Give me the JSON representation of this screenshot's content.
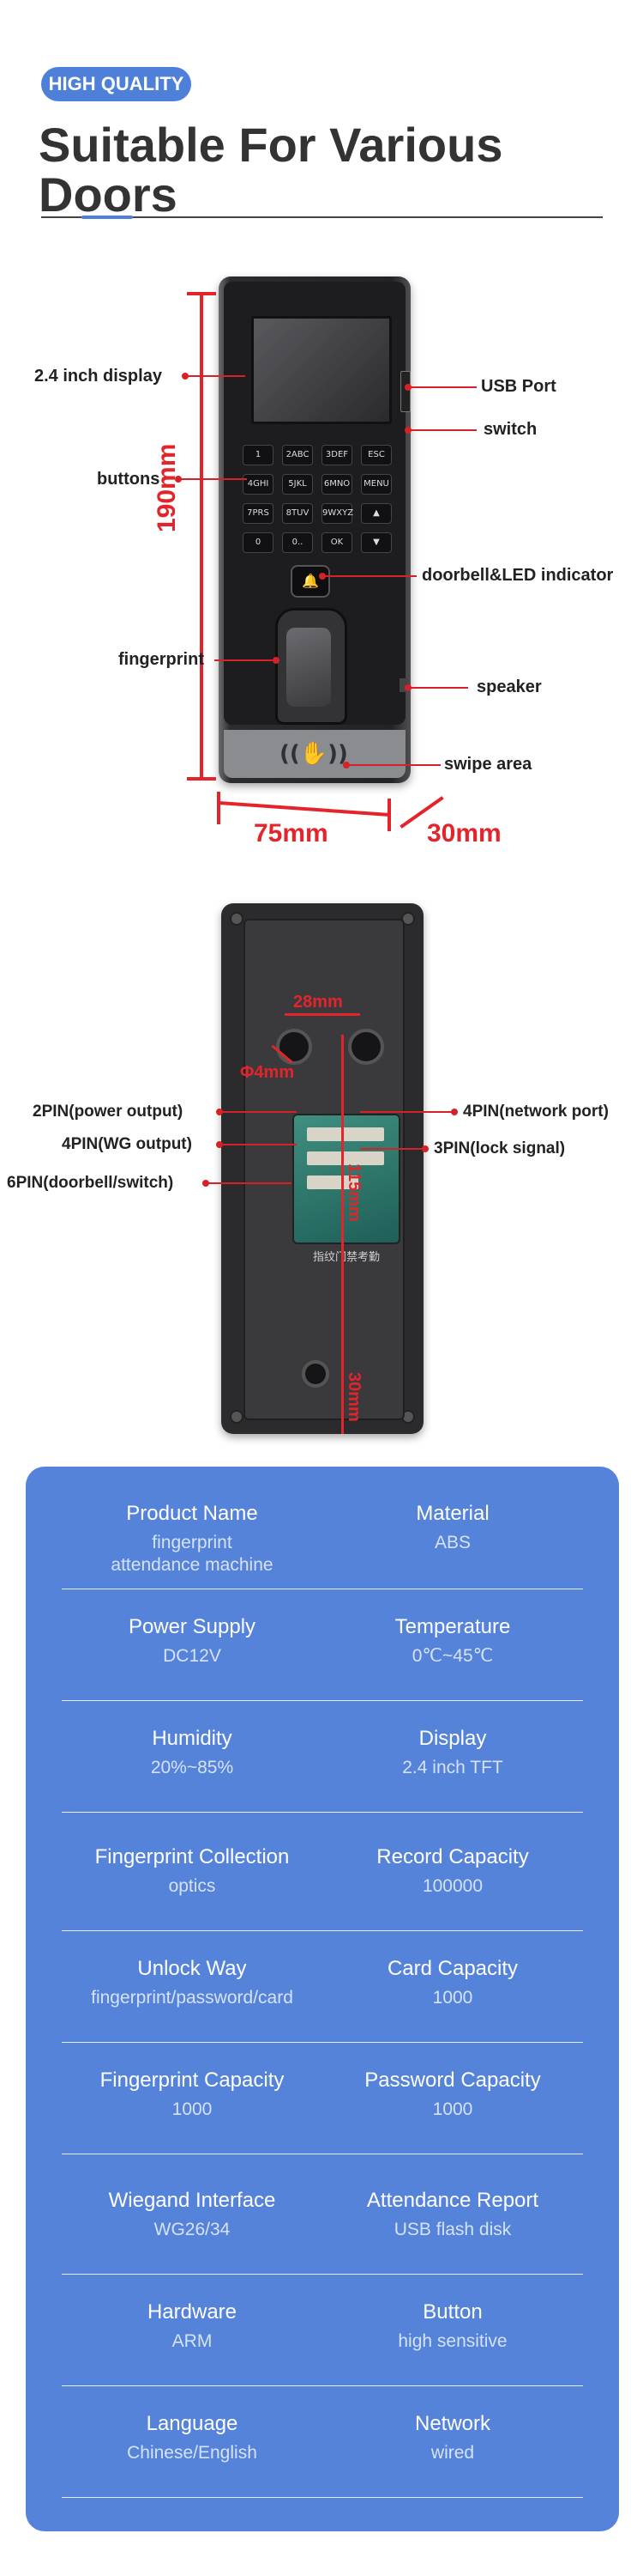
{
  "header": {
    "badge": "HIGH QUALITY",
    "title_line1": "Suitable For Various",
    "title_line2": "Doors"
  },
  "front_figure": {
    "labels": {
      "display": "2.4 inch display",
      "buttons": "buttons",
      "fingerprint": "fingerprint",
      "usb": "USB Port",
      "switch": "switch",
      "doorbell": "doorbell&LED indicator",
      "speaker": "speaker",
      "swipe": "swipe area"
    },
    "dimensions": {
      "height": "190mm",
      "width": "75mm",
      "depth": "30mm"
    },
    "keys": [
      "1",
      "2ABC",
      "3DEF",
      "ESC",
      "4GHI",
      "5JKL",
      "6MNO",
      "MENU",
      "7PRS",
      "8TUV",
      "9WXYZ",
      "▲",
      "0",
      "0..",
      "OK",
      "▼"
    ]
  },
  "back_figure": {
    "labels": {
      "power": "2PIN(power output)",
      "wg": "4PIN(WG output)",
      "doorbell": "6PIN(doorbell/switch)",
      "network": "4PIN(network port)",
      "lock": "3PIN(lock signal)"
    },
    "dimensions": {
      "hole_spacing": "28mm",
      "hole_diameter": "Φ4mm",
      "vertical_spacing": "115mm",
      "bottom_spacing": "30mm"
    },
    "sticker_text": "指纹门禁考勤"
  },
  "specs": [
    {
      "left": {
        "title": "Product Name",
        "value": "fingerprint attendance machine"
      },
      "right": {
        "title": "Material",
        "value": "ABS"
      }
    },
    {
      "left": {
        "title": "Power Supply",
        "value": "DC12V"
      },
      "right": {
        "title": "Temperature",
        "value": "0℃~45℃"
      }
    },
    {
      "left": {
        "title": "Humidity",
        "value": "20%~85%"
      },
      "right": {
        "title": "Display",
        "value": "2.4 inch TFT"
      }
    },
    {
      "left": {
        "title": "Fingerprint Collection",
        "value": "optics"
      },
      "right": {
        "title": "Record Capacity",
        "value": "100000"
      }
    },
    {
      "left": {
        "title": "Unlock Way",
        "value": "fingerprint/password/card"
      },
      "right": {
        "title": "Card Capacity",
        "value": "1000"
      }
    },
    {
      "left": {
        "title": "Fingerprint Capacity",
        "value": "1000"
      },
      "right": {
        "title": "Password Capacity",
        "value": "1000"
      }
    },
    {
      "left": {
        "title": "Wiegand Interface",
        "value": "WG26/34"
      },
      "right": {
        "title": "Attendance Report",
        "value": "USB flash disk"
      }
    },
    {
      "left": {
        "title": "Hardware",
        "value": "ARM"
      },
      "right": {
        "title": "Button",
        "value": "high sensitive"
      }
    },
    {
      "left": {
        "title": "Language",
        "value": "Chinese/English"
      },
      "right": {
        "title": "Network",
        "value": "wired"
      }
    }
  ],
  "colors": {
    "accent": "#4f80d9",
    "card": "#5683da",
    "dimension": "#e4242b"
  }
}
